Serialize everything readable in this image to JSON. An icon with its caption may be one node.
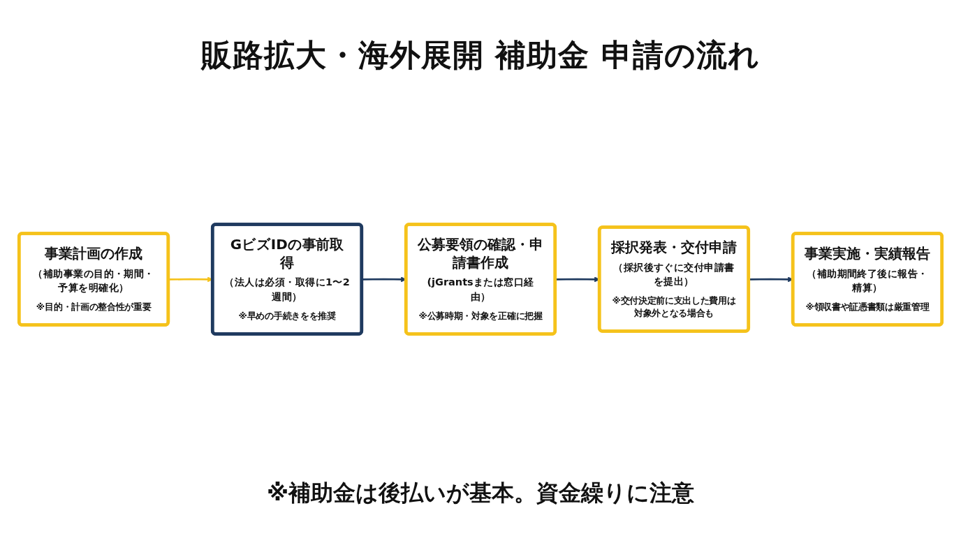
{
  "diagram": {
    "title": "販路拡大・海外展開 補助金 申請の流れ",
    "nodes": [
      {
        "text": [
          "事業計画の作成",
          "（補助事業の目的・期間・予算を明確化）",
          "※目的・計画の整合性が重要"
        ]
      },
      {
        "text": [
          "GビズIDの事前取得",
          "（法人は必須・取得に1〜2週間）",
          "※早めの手続きをを推奨"
        ]
      },
      {
        "text": [
          "公募要領の確認・申請書作成",
          "(jGrantsまたは窓口経由）",
          "※公募時期・対象を正確に把握"
        ]
      },
      {
        "text": [
          "採択発表・交付申請",
          "（採択後すぐに交付申請書を提出）",
          "※交付決定前に支出した費用は対象外となる場合も"
        ]
      },
      {
        "text": [
          "事業実施・実績報告",
          "（補助期間終了後に報告・精算）",
          "※領収書や証憑書類は厳重管理"
        ]
      }
    ],
    "edges": [
      {
        "from": 0,
        "to": 1,
        "arrow": "to",
        "color": "#f5c21b"
      },
      {
        "from": 1,
        "to": 2,
        "arrow": "to"
      },
      {
        "from": 2,
        "to": 3,
        "arrow": "to"
      },
      {
        "from": 3,
        "to": 4,
        "arrow": "to"
      }
    ],
    "labels": [
      "※補助金は後払いが基本。資金繰りに注意"
    ]
  }
}
